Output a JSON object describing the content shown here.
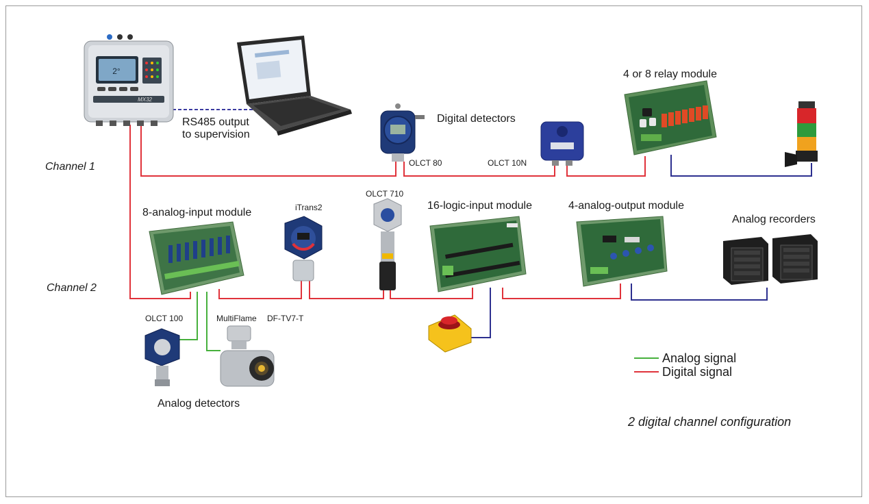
{
  "labels": {
    "rs485": "RS485 output\nto supervision",
    "digital_detectors": "Digital detectors",
    "relay_module": "4 or 8 relay module",
    "channel1": "Channel 1",
    "channel2": "Channel 2",
    "olct80": "OLCT 80",
    "olct10n": "OLCT 10N",
    "analog_input_module": "8-analog-input module",
    "itrans2": "iTrans2",
    "olct710": "OLCT 710",
    "logic_input_module": "16-logic-input module",
    "analog_output_module": "4-analog-output module",
    "analog_recorders": "Analog recorders",
    "olct100": "OLCT 100",
    "multiflame": "MultiFlame",
    "dftv7t": "DF-TV7-T",
    "analog_detectors": "Analog detectors",
    "config": "2 digital channel configuration",
    "controller_brand": "MX32"
  },
  "legend": [
    {
      "label": "Analog signal",
      "color": "#46b03c"
    },
    {
      "label": "Digital signal",
      "color": "#e0323a"
    }
  ],
  "colors": {
    "digital": "#e0323a",
    "analog": "#46b03c",
    "relay": "#2c2f8f",
    "rs485": "#3a3aa0"
  },
  "icons": [
    "controller-icon",
    "laptop-icon",
    "detector-icon",
    "relay-board-icon",
    "signal-tower-icon",
    "module-board-icon",
    "flame-detector-icon",
    "push-button-icon",
    "recorder-icon"
  ]
}
